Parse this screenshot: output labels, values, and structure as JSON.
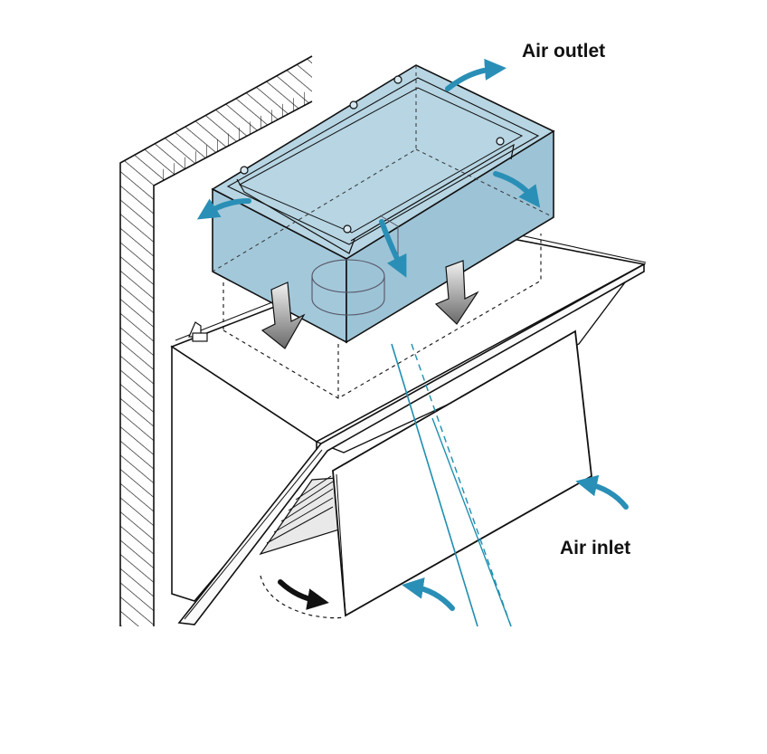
{
  "labels": {
    "outlet": "Air outlet",
    "inlet": "Air inlet"
  },
  "colors": {
    "airflow_arrow": "#2a8fb6",
    "filter_box_fill": "#a9ccdc",
    "filter_box_stroke": "#1a1a1a",
    "chimney_line": "#1e8fb0",
    "line": "#111111",
    "background": "#ffffff"
  },
  "icons": [
    "wall-hatching",
    "recirculation-filter-box",
    "cooker-hood-body",
    "glass-visor-panel",
    "down-arrow",
    "airflow-arrow",
    "rotation-arrow"
  ]
}
